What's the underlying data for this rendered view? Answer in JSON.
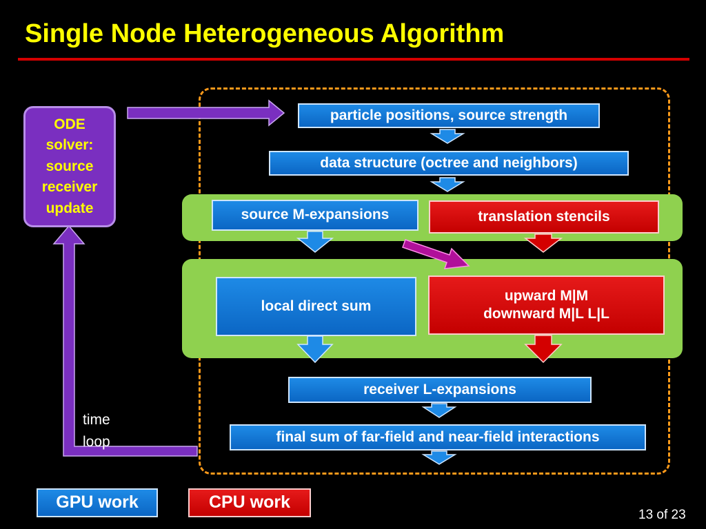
{
  "title": "Single Node Heterogeneous Algorithm",
  "ode_solver": [
    "ODE",
    "solver:",
    "source",
    "receiver",
    "update"
  ],
  "boxes": {
    "particle": "particle positions, source strength",
    "data_structure": "data structure (octree and neighbors)",
    "source_m": "source M-expansions",
    "translation": "translation stencils",
    "local_direct": "local direct sum",
    "upward": "upward M|M",
    "downward": "downward M|L L|L",
    "receiver": "receiver L-expansions",
    "final_sum": "final sum of far-field and near-field interactions"
  },
  "time_loop": [
    "time",
    "loop"
  ],
  "legend": {
    "gpu": "GPU work",
    "cpu": "CPU work"
  },
  "page_number": "13 of 23",
  "colors": {
    "gpu": "#0b66c4",
    "cpu": "#c40000",
    "loop": "#7a2fc0",
    "region": "#ff9a1a",
    "band": "#8fd14f",
    "title": "#ffff00"
  }
}
